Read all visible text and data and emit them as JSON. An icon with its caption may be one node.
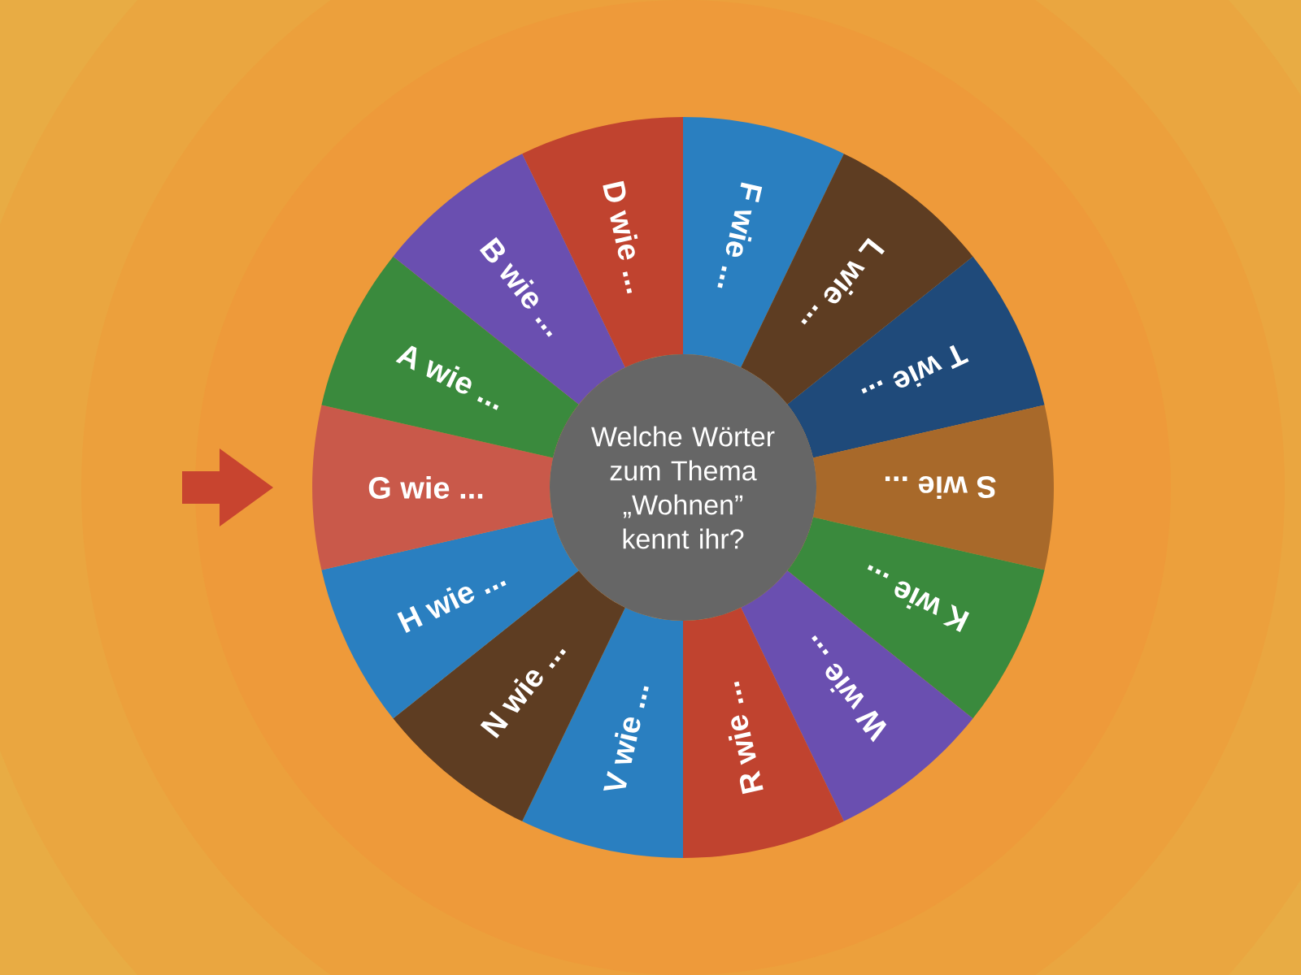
{
  "diagram": {
    "nodes": [
      {
        "text": [
          "D wie ..."
        ]
      },
      {
        "text": [
          "F wie ..."
        ]
      },
      {
        "text": [
          "L wie ..."
        ]
      },
      {
        "text": [
          "T wie ..."
        ]
      },
      {
        "text": [
          "S wie ..."
        ]
      },
      {
        "text": [
          "K wie ..."
        ]
      },
      {
        "text": [
          "W wie ..."
        ]
      },
      {
        "text": [
          "R wie ..."
        ]
      },
      {
        "text": [
          "V wie ..."
        ]
      },
      {
        "text": [
          "N wie ..."
        ]
      },
      {
        "text": [
          "H wie ..."
        ]
      },
      {
        "text": [
          "G wie ..."
        ]
      },
      {
        "text": [
          "A wie ..."
        ]
      },
      {
        "text": [
          "B wie ..."
        ]
      },
      {
        "text": [
          "Welche Wörter zum Thema „Wohnen” kennt ihr?"
        ]
      }
    ],
    "edges": []
  }
}
